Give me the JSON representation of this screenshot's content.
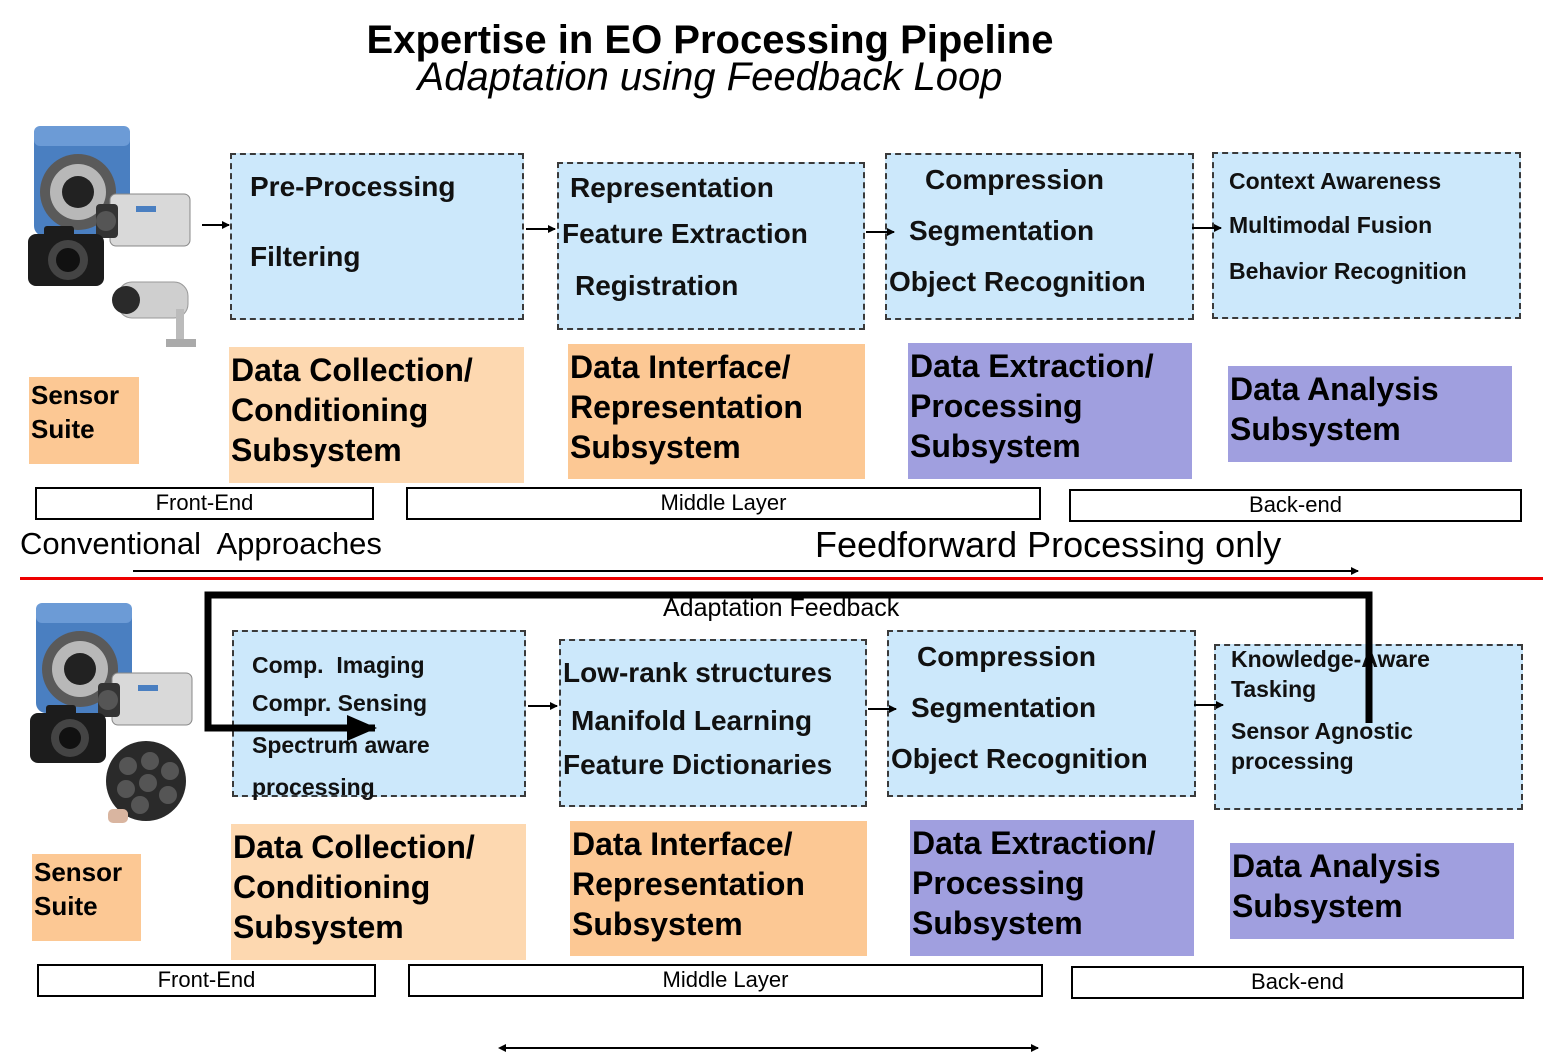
{
  "title": "Expertise in EO Processing Pipeline",
  "subtitle": "Adaptation using Feedback Loop",
  "colors": {
    "dashed_box": "#cce8fb",
    "orange_light": "#fdd8b0",
    "orange": "#fcc894",
    "purple": "#a09fdf",
    "divider": "#e00000"
  },
  "icons": [
    "surveillance-camera-icon",
    "box-camera-icon",
    "dslr-camera-icon",
    "bullet-camera-icon",
    "camera-array-icon"
  ],
  "top": {
    "label_left": "Conventional  Approaches",
    "label_right": "Feedforward Processing only",
    "boxes": [
      {
        "lines": [
          "Pre-Processing",
          "Filtering"
        ]
      },
      {
        "lines": [
          "Representation",
          "Feature Extraction",
          "Registration"
        ]
      },
      {
        "lines": [
          "Compression",
          "Segmentation",
          "Object Recognition"
        ]
      },
      {
        "lines": [
          "Context Awareness",
          "Multimodal Fusion",
          "Behavior Recognition"
        ]
      }
    ],
    "sensor": [
      "Sensor",
      "Suite"
    ],
    "subsystems": [
      [
        "Data Collection/",
        "Conditioning",
        "Subsystem"
      ],
      [
        "Data Interface/",
        "Representation",
        "Subsystem"
      ],
      [
        "Data Extraction/",
        "Processing",
        "Subsystem"
      ],
      [
        "Data Analysis",
        "Subsystem"
      ]
    ],
    "layers": [
      "Front-End",
      "Middle Layer",
      "Back-end"
    ]
  },
  "bottom": {
    "feedback_label": "Adaptation Feedback",
    "boxes": [
      {
        "lines": [
          "Comp.  Imaging",
          "Compr. Sensing",
          "Spectrum aware",
          "processing"
        ]
      },
      {
        "lines": [
          "Low-rank structures",
          "Manifold Learning",
          "Feature Dictionaries"
        ]
      },
      {
        "lines": [
          "Compression",
          "Segmentation",
          "Object Recognition"
        ]
      },
      {
        "lines": [
          "Knowledge-Aware",
          "Tasking",
          "Sensor Agnostic",
          "processing"
        ]
      }
    ],
    "sensor": [
      "Sensor",
      "Suite"
    ],
    "subsystems": [
      [
        "Data Collection/",
        "Conditioning",
        "Subsystem"
      ],
      [
        "Data Interface/",
        "Representation",
        "Subsystem"
      ],
      [
        "Data Extraction/",
        "Processing",
        "Subsystem"
      ],
      [
        "Data Analysis",
        "Subsystem"
      ]
    ],
    "layers": [
      "Front-End",
      "Middle Layer",
      "Back-end"
    ]
  }
}
